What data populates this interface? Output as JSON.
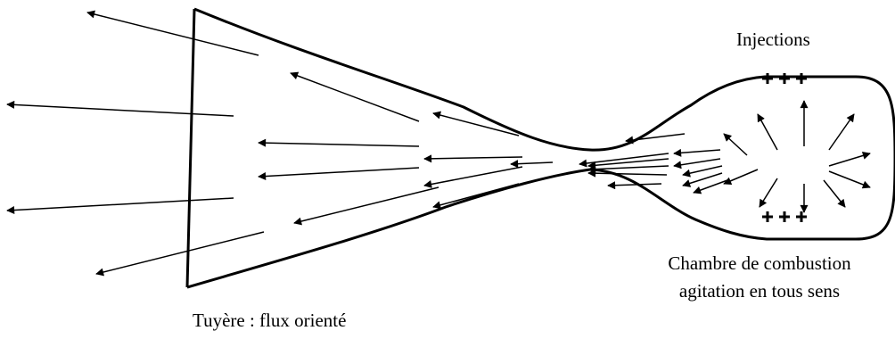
{
  "labels": {
    "injections": "Injections",
    "chamber_line1": "Chambre de combustion",
    "chamber_line2": "agitation en tous sens",
    "nozzle": "Tuyère : flux orienté"
  },
  "colors": {
    "ink": "#000000",
    "background": "#ffffff"
  }
}
